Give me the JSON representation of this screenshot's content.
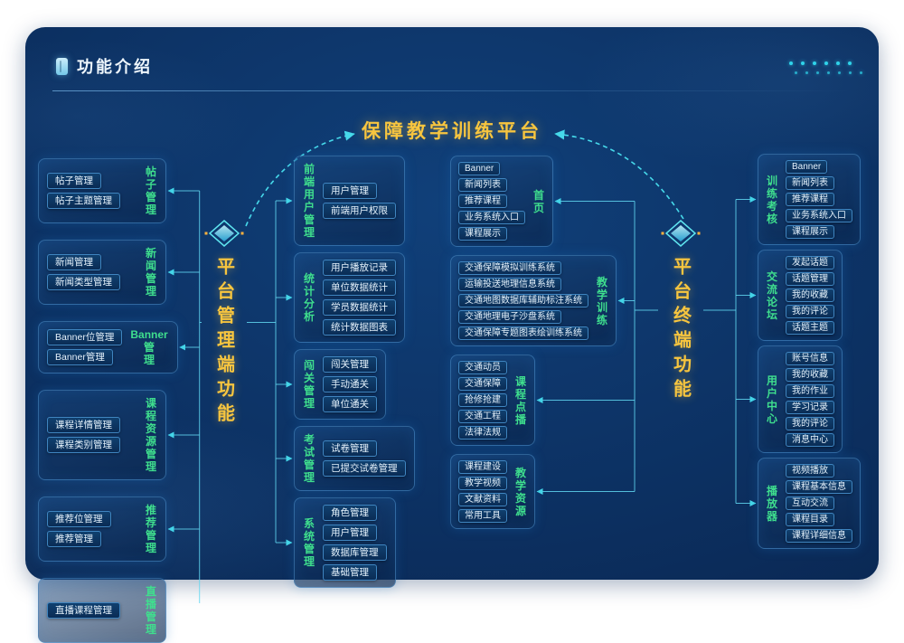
{
  "header": {
    "title": "功能介绍"
  },
  "title": "保障教学训练平台",
  "hubs": {
    "left": "平台管理端功能",
    "right": "平台终端功能"
  },
  "colors": {
    "accent": "#46d9ea",
    "title": "#f7c53f",
    "label": "#3fdf8e"
  },
  "decor": {
    "dot_rows": [
      6,
      7
    ]
  },
  "columns": {
    "left_outer": [
      {
        "label": "帖子管理",
        "items": [
          "帖子管理",
          "帖子主题管理"
        ]
      },
      {
        "label": "新闻管理",
        "items": [
          "新闻管理",
          "新闻类型管理"
        ]
      },
      {
        "label": "Banner管理",
        "items": [
          "Banner位管理",
          "Banner管理"
        ]
      },
      {
        "label": "课程资源管理",
        "items": [
          "课程详情管理",
          "课程类别管理"
        ]
      },
      {
        "label": "推荐管理",
        "items": [
          "推荐位管理",
          "推荐管理"
        ]
      },
      {
        "label": "直播管理",
        "items": [
          "直播课程管理"
        ]
      }
    ],
    "left_inner": [
      {
        "label": "前端用户管理",
        "items": [
          "用户管理",
          "前端用户权限"
        ]
      },
      {
        "label": "统计分析",
        "items": [
          "用户播放记录",
          "单位数据统计",
          "学员数据统计",
          "统计数据图表"
        ]
      },
      {
        "label": "闯关管理",
        "items": [
          "闯关管理",
          "手动通关",
          "单位通关"
        ]
      },
      {
        "label": "考试管理",
        "items": [
          "试卷管理",
          "已提交试卷管理"
        ]
      },
      {
        "label": "系统管理",
        "items": [
          "角色管理",
          "用户管理",
          "数据库管理",
          "基础管理"
        ]
      }
    ],
    "right_inner": [
      {
        "label": "首页",
        "items": [
          "Banner",
          "新闻列表",
          "推荐课程",
          "业务系统入口",
          "课程展示"
        ]
      },
      {
        "label": "教学训练",
        "items": [
          "交通保障模拟训练系统",
          "运输投送地理信息系统",
          "交通地图数据库辅助标注系统",
          "交通地理电子沙盘系统",
          "交通保障专题图表绘训练系统"
        ]
      },
      {
        "label": "课程点播",
        "items": [
          "交通动员",
          "交通保障",
          "抢修抢建",
          "交通工程",
          "法律法规"
        ]
      },
      {
        "label": "教学资源",
        "items": [
          "课程建设",
          "教学视频",
          "文献资料",
          "常用工具"
        ]
      }
    ],
    "right_outer": [
      {
        "label": "训练考核",
        "items": [
          "Banner",
          "新闻列表",
          "推荐课程",
          "业务系统入口",
          "课程展示"
        ]
      },
      {
        "label": "交流论坛",
        "items": [
          "发起话题",
          "话题管理",
          "我的收藏",
          "我的评论",
          "话题主题"
        ]
      },
      {
        "label": "用户中心",
        "items": [
          "账号信息",
          "我的收藏",
          "我的作业",
          "学习记录",
          "我的评论",
          "消息中心"
        ]
      },
      {
        "label": "播放器",
        "items": [
          "视频播放",
          "课程基本信息",
          "互动交流",
          "课程目录",
          "课程详细信息"
        ]
      }
    ]
  }
}
